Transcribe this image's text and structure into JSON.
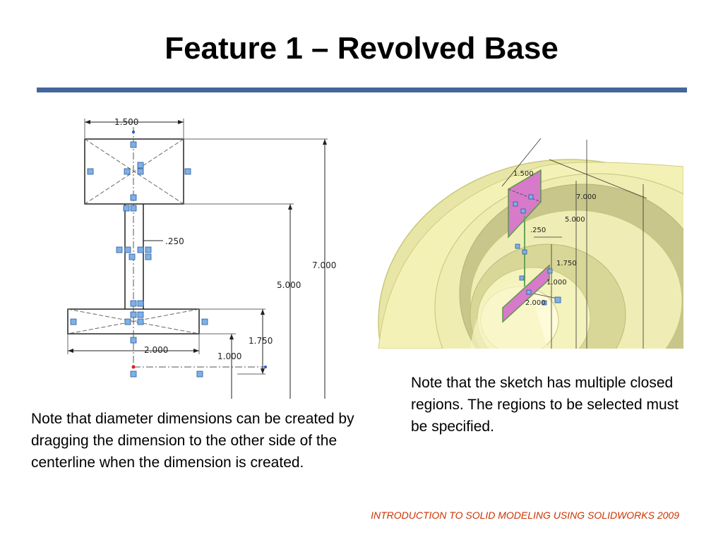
{
  "slide": {
    "title": "Feature 1 – Revolved Base",
    "footer": "INTRODUCTION TO SOLID MODELING USING SOLIDWORKS 2009",
    "note_left": "Note that diameter dimensions can be created by dragging the dimension to the other side of the centerline when the dimension is created.",
    "note_right": "Note that the sketch has multiple closed regions.  The regions to be selected must be specified."
  },
  "sketch": {
    "dims": {
      "top_width": "1.500",
      "neck": ".250",
      "height_total": "7.000",
      "height_mid": "5.000",
      "height_low": "1.750",
      "bottom_width": "2.000",
      "base_offset": "1.000"
    }
  },
  "model": {
    "dims": {
      "top_width": "1.500",
      "height_total": "7.000",
      "height_mid": "5.000",
      "neck": ".250",
      "height_low": "1.750",
      "base_offset": "1.000",
      "bottom_width": "2.000"
    }
  },
  "colors": {
    "rule": "#44669a",
    "footer": "#cc3300",
    "solid": "#f2f0b0",
    "region": "#d77ac9"
  }
}
